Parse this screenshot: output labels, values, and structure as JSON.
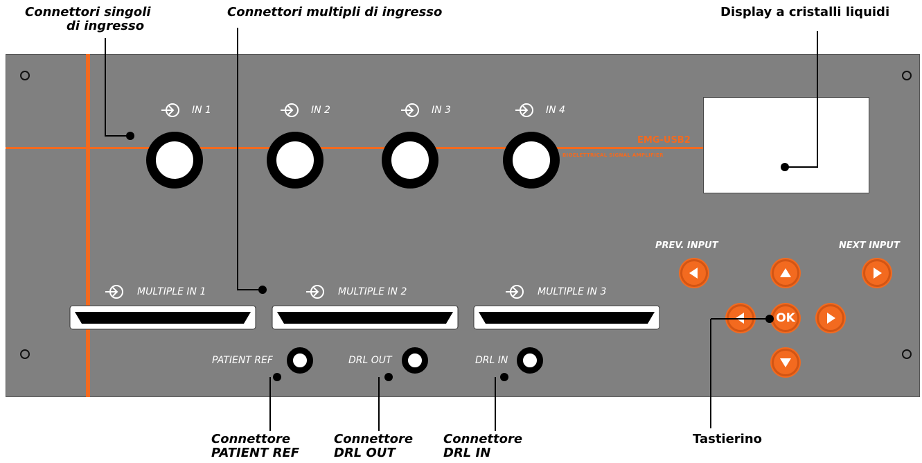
{
  "callouts": {
    "single_inputs_line1": "Connettori singoli",
    "single_inputs_line2": "di ingresso",
    "multiple_inputs": "Connettori multipli di ingresso",
    "lcd": "Display a cristalli liquidi",
    "patient_ref_line1": "Connettore",
    "patient_ref_line2": "PATIENT REF",
    "drl_out_line1": "Connettore",
    "drl_out_line2": "DRL OUT",
    "drl_in_line1": "Connettore",
    "drl_in_line2": "DRL IN",
    "keypad": "Tastierino"
  },
  "inputs": [
    "IN 1",
    "IN 2",
    "IN 3",
    "IN 4"
  ],
  "multiple_inputs": [
    "MULTIPLE IN 1",
    "MULTIPLE IN 2",
    "MULTIPLE IN 3"
  ],
  "small_connectors": [
    "PATIENT REF",
    "DRL OUT",
    "DRL IN"
  ],
  "brand": {
    "name": "EMG-USB2",
    "subtitle": "BIOELETTRICAL SIGNAL AMPLIFIER"
  },
  "keypad": {
    "prev_label": "PREV. INPUT",
    "next_label": "NEXT INPUT",
    "ok_label": "OK"
  },
  "colors": {
    "panel": "#808080",
    "accent": "#f36a1f"
  },
  "icons": {
    "input": "arrow-into-circle-icon",
    "arrows": [
      "arrow-left-icon",
      "arrow-up-icon",
      "arrow-right-icon",
      "arrow-down-icon"
    ]
  }
}
